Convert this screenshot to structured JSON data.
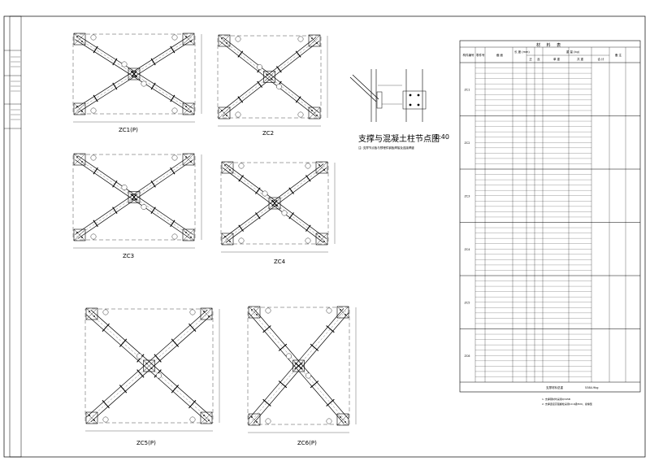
{
  "frame_labels": {
    "zc1": "ZC1(P)",
    "zc2": "ZC2",
    "zc3": "ZC3",
    "zc4": "ZC4",
    "zc5": "ZC5(P)",
    "zc6": "ZC6(P)"
  },
  "detail": {
    "title": "支撑与混凝土柱节点图",
    "scale": "1:40",
    "note": "注: 支撑节点板与预埋件钢板焊接及连接焊缝"
  },
  "table": {
    "header": "材 料 表",
    "columns": {
      "member": "构件编号",
      "part": "零件号",
      "section": "截 面",
      "length": "长 度 (mm)",
      "count_positive": "正",
      "count_negative": "反",
      "weight_group": "重 量 (kg)",
      "weight_unit": "单 重",
      "weight_total": "共 重",
      "weight_sum": "合 计",
      "remarks": "备 注"
    },
    "groups": [
      {
        "member": "ZC1",
        "rows": 10
      },
      {
        "member": "ZC2",
        "rows": 10
      },
      {
        "member": "ZC3",
        "rows": 10
      },
      {
        "member": "ZC4",
        "rows": 10
      },
      {
        "member": "ZC5",
        "rows": 10
      },
      {
        "member": "ZC6",
        "rows": 10
      }
    ],
    "total_label": "支撑材料总重",
    "total_value": "5384.9kg",
    "notes": [
      "1. 支撑钢材均采用Q345B",
      "2. 支撑连接高强螺栓采用10.9级M20，摩擦型"
    ]
  },
  "colors": {
    "ink": "#000000",
    "paper": "#ffffff"
  }
}
